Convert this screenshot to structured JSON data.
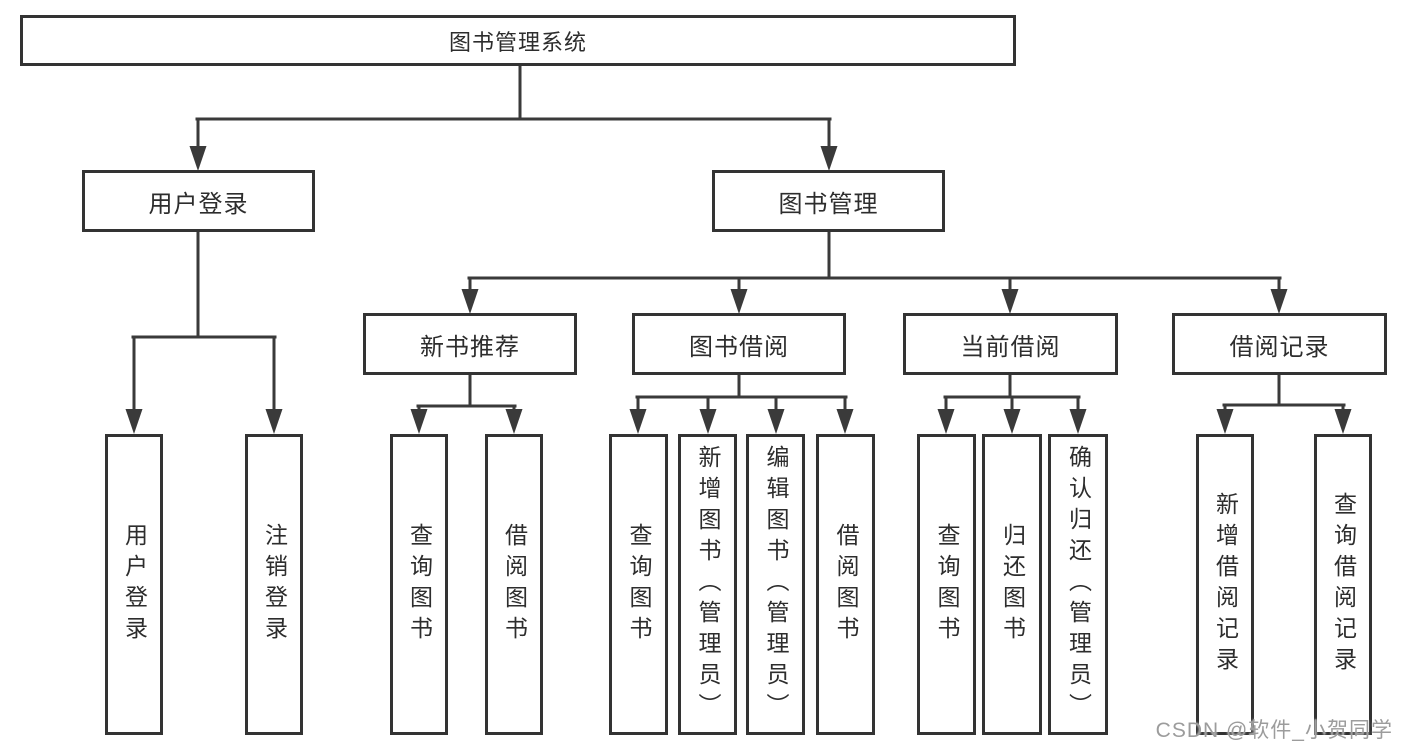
{
  "root": {
    "label": "图书管理系统"
  },
  "level2": [
    {
      "label": "用户登录",
      "children": [
        {
          "label": "用户登录"
        },
        {
          "label": "注销登录"
        }
      ]
    },
    {
      "label": "图书管理",
      "children": [
        {
          "label": "新书推荐",
          "children": [
            {
              "label": "查询图书"
            },
            {
              "label": "借阅图书"
            }
          ]
        },
        {
          "label": "图书借阅",
          "children": [
            {
              "label": "查询图书"
            },
            {
              "label": "新增图书（管理员）"
            },
            {
              "label": "编辑图书（管理员）"
            },
            {
              "label": "借阅图书"
            }
          ]
        },
        {
          "label": "当前借阅",
          "children": [
            {
              "label": "查询图书"
            },
            {
              "label": "归还图书"
            },
            {
              "label": "确认归还（管理员）"
            }
          ]
        },
        {
          "label": "借阅记录",
          "children": [
            {
              "label": "新增借阅记录"
            },
            {
              "label": "查询借阅记录"
            }
          ]
        }
      ]
    }
  ],
  "watermark": {
    "text": "CSDN @软件_小贺同学"
  },
  "colors": {
    "line": "#3a3a3a",
    "border": "#333333",
    "text": "#2d2d2d",
    "background": "#ffffff",
    "watermark": "#9c9c9c"
  }
}
